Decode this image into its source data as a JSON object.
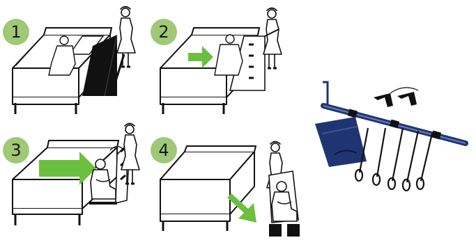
{
  "steps": [
    {
      "number": "1",
      "icon": "patient-lying-in-bed-with-lift-device"
    },
    {
      "number": "2",
      "icon": "patient-slid-onto-lift-device"
    },
    {
      "number": "3",
      "icon": "lift-device-rotated-to-vertical"
    },
    {
      "number": "4",
      "icon": "patient-wheeled-away-from-bed"
    }
  ],
  "product": {
    "icon": "transfer-lift-kit-parts",
    "parts": [
      "crank-bar-icon",
      "blue-sheet-icon",
      "hook-handle-icon",
      "loop-strap-icon"
    ]
  },
  "colors": {
    "badge_fill": "#9fc877",
    "arrow_green": "#6cc040",
    "line_art": "#111111",
    "kit_blue": "#1f3572"
  }
}
